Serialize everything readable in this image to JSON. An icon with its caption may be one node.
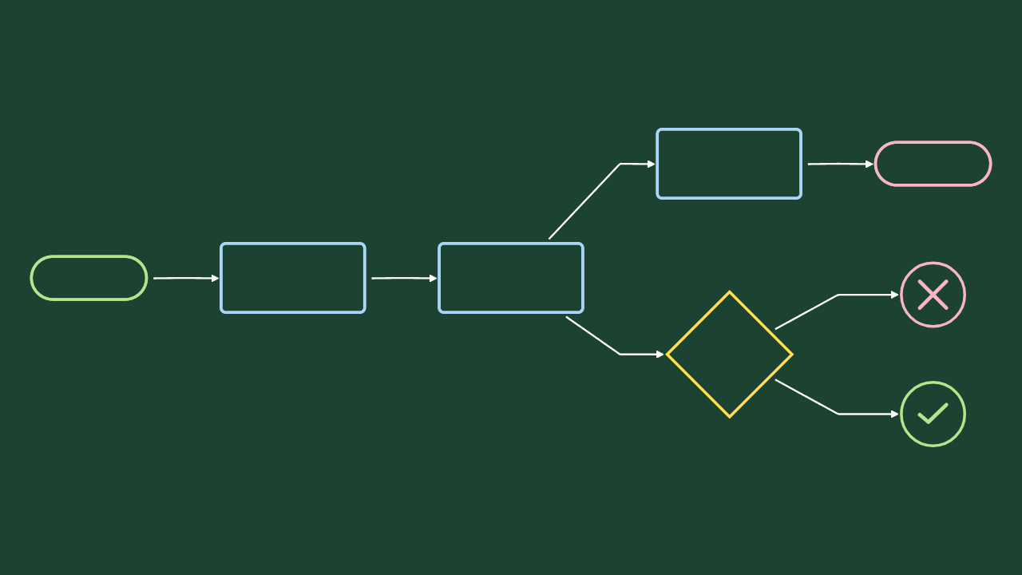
{
  "diagram": {
    "nodes": [
      {
        "text": [],
        "shape": "pill"
      },
      {
        "text": [],
        "shape": "box"
      },
      {
        "text": [],
        "shape": "box"
      },
      {
        "text": [],
        "shape": "box"
      },
      {
        "text": [],
        "shape": "pill"
      },
      {
        "text": [],
        "shape": "diamond"
      },
      {
        "text": [],
        "shape": "circle"
      },
      {
        "text": [],
        "shape": "circle"
      }
    ],
    "edges": [
      {
        "from": 0,
        "to": 1,
        "arrow": "to"
      },
      {
        "from": 1,
        "to": 2,
        "arrow": "to"
      },
      {
        "from": 2,
        "to": 3,
        "arrow": "to"
      },
      {
        "from": 3,
        "to": 4,
        "arrow": "to"
      },
      {
        "from": 2,
        "to": 5,
        "arrow": "to"
      },
      {
        "from": 5,
        "to": 6,
        "arrow": "to"
      },
      {
        "from": 5,
        "to": 7,
        "arrow": "to"
      }
    ]
  }
}
